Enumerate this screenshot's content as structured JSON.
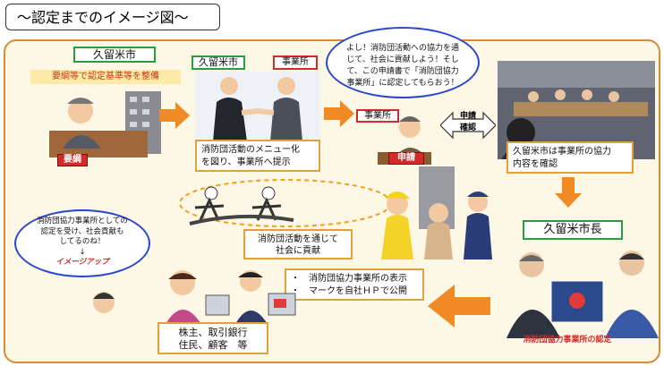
{
  "title": "〜認定までのイメージ図〜",
  "kurume_city": "久留米市",
  "requirements_note": "要綱等で認定基準等を整備",
  "yoko_tag": "要綱",
  "kurume_city_2": "久留米市",
  "jigyosho": "事業所",
  "menu_box": {
    "line1": "消防団活動のメニュー化",
    "line2": "を図り、事業所へ提示"
  },
  "jigyosho_2": "事業所",
  "shinsei_tag": "申請",
  "shinsei_arrow": {
    "line1": "申請",
    "line2": "確認"
  },
  "thought_bubble": {
    "line1": "よし！消防団活動への協力を通",
    "line2": "じて、社会に貢献しよう！そし",
    "line3": "て、この申請書で「消防団協力",
    "line4": "事業所」に認定してもらおう！"
  },
  "confirm_box": {
    "line1": "久留米市は事業所の協力",
    "line2": "内容を確認"
  },
  "mayor_label": "久留米市長",
  "contribute_box": {
    "line1": "消防団活動を通じて",
    "line2": "社会に貢献"
  },
  "left_bubble": {
    "line1": "消防団協力事業所としての",
    "line2": "認定を受け、社会貢献も",
    "line3": "してるのね！",
    "line4": "↓",
    "line5": "イメージアップ"
  },
  "display_box": {
    "line1": "・　消防団協力事業所の表示",
    "line2": "・　マークを自社ＨＰで公開"
  },
  "stakeholders_box": {
    "line1": "株主、取引銀行",
    "line2": "住民、顧客　等"
  },
  "certification_tag": "消防団協力事業所の認定",
  "colors": {
    "panel_border": "#d98b33",
    "arrow": "#f08a24",
    "green": "#2a9d3f",
    "red": "#d62a2a",
    "bubble_blue": "#2a46c8"
  }
}
